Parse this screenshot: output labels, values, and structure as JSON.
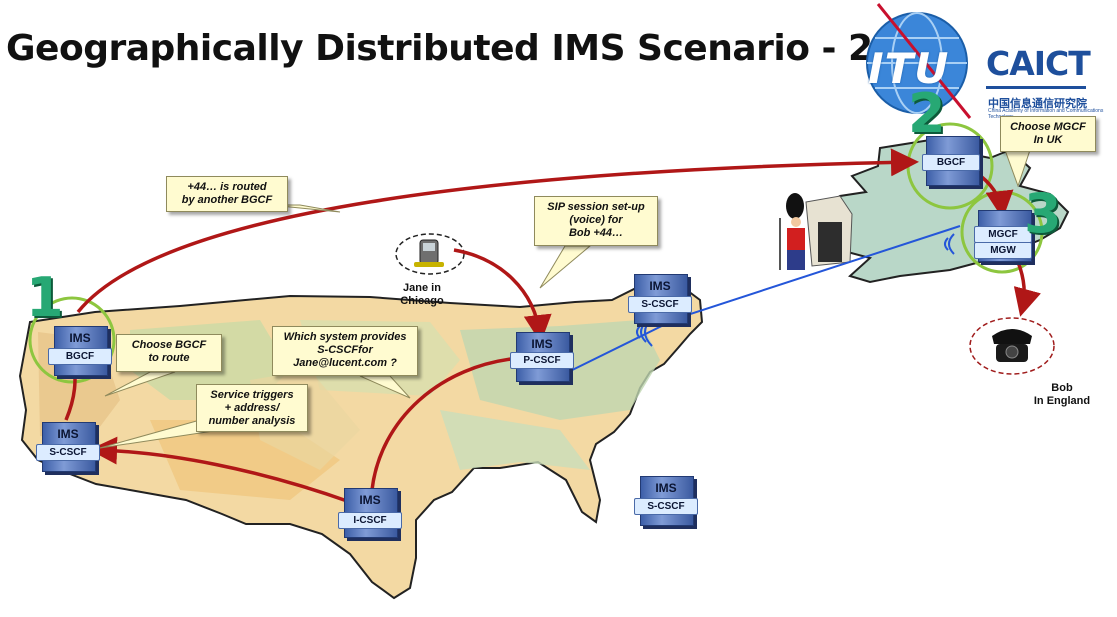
{
  "title": "Geographically Distributed IMS Scenario - 2",
  "logos": {
    "itu": "ITU",
    "caict": "CAICT",
    "caict_cn": "中国信息通信研究院",
    "caict_en": "China Academy of Information and Communications Technology"
  },
  "nodes": {
    "bgcf_us": {
      "ims": "IMS",
      "tag": "BGCF"
    },
    "scscf_west": {
      "ims": "IMS",
      "tag": "S-CSCF"
    },
    "icscf": {
      "ims": "IMS",
      "tag": "I-CSCF"
    },
    "pcscf": {
      "ims": "IMS",
      "tag": "P-CSCF"
    },
    "scscf_east": {
      "ims": "IMS",
      "tag": "S-CSCF"
    },
    "scscf_south": {
      "ims": "IMS",
      "tag": "S-CSCF"
    },
    "bgcf_uk": {
      "tag": "BGCF"
    },
    "mgcf_uk": {
      "tag1": "MGCF",
      "tag2": "MGW"
    }
  },
  "callouts": {
    "routed": [
      "+44… is routed",
      "by another BGCF"
    ],
    "choose_bgcf": [
      "Choose BGCF",
      "to route"
    ],
    "which_system": [
      "Which system provides",
      "S-CSCFfor",
      "Jane@lucent.com ?"
    ],
    "service_triggers": [
      "Service triggers",
      "+ address/",
      "number analysis"
    ],
    "sip_session": [
      "SIP session set-up",
      "(voice) for",
      "Bob +44…"
    ],
    "choose_mgcf": [
      "Choose MGCF",
      "In UK"
    ]
  },
  "labels": {
    "jane": [
      "Jane in",
      "Chicago"
    ],
    "bob": [
      "Bob",
      "In England"
    ]
  },
  "steps": [
    "1",
    "2",
    "3"
  ],
  "colors": {
    "arrow_red": "#b01717",
    "link_blue": "#2456d9",
    "step_green": "#27a874",
    "usa_fill": "#f3d9a3",
    "uk_fill": "#b9d7c8"
  }
}
